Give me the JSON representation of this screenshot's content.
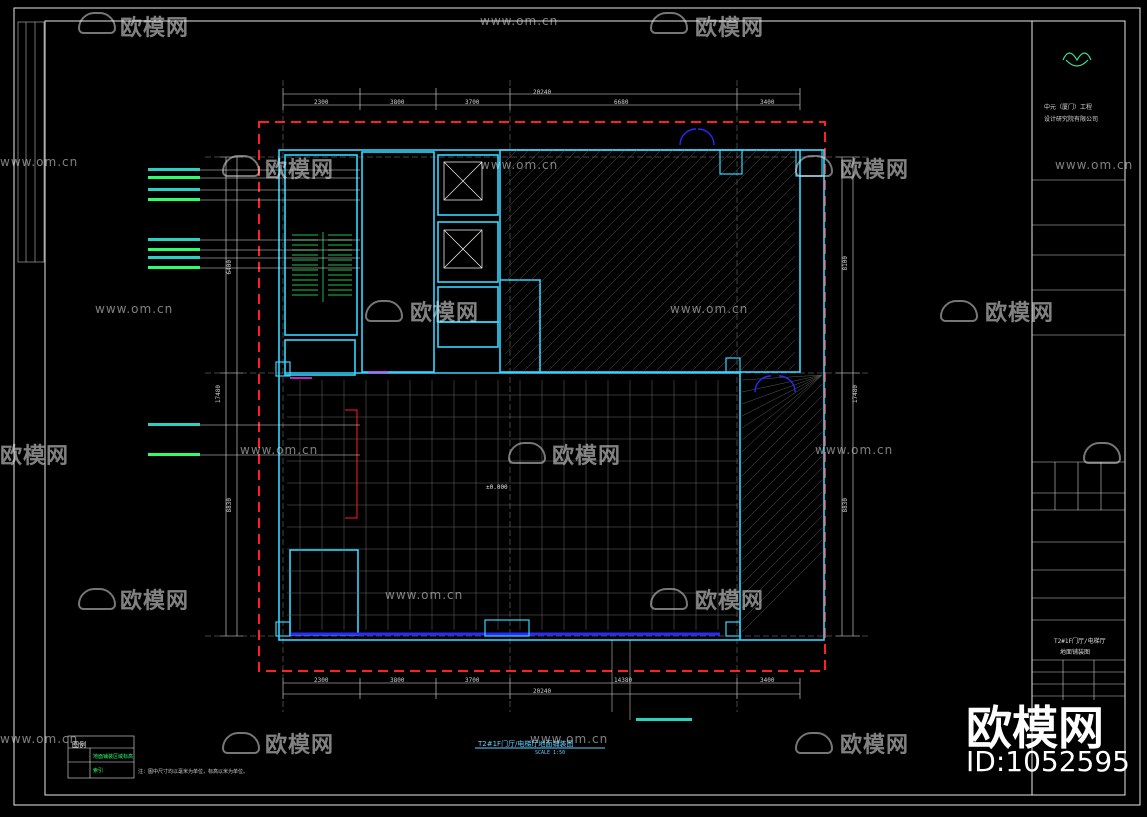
{
  "drawing": {
    "sheet_title": "T2#1F门厅/电梯厅地面铺装图",
    "sheet_scale": "SCALE 1:50",
    "dimensions_top": [
      "2300",
      "3800",
      "3700",
      "6680",
      "3400"
    ],
    "dimension_top_total": "20240",
    "dimensions_bottom": [
      "2300",
      "3800",
      "3700",
      "14380",
      "3400"
    ],
    "dimension_bottom_total": "20240",
    "dimension_left_upper": "6400",
    "dimension_left_total": "17480",
    "dimension_left_lower": "8830",
    "dimension_right_upper": "8100",
    "dimension_right_total": "17480",
    "dimension_right_lower": "8830",
    "room_label": "±0.000",
    "legend_title": "图例",
    "legend_rows": [
      "地面铺装区域标高",
      "索引"
    ],
    "note": "注：图中尺寸均以毫米为单位，标高以米为单位。"
  },
  "title_block": {
    "company_line1": "中元（厦门）工程",
    "company_line2": "设计研究院有限公司",
    "drawing_name_line1": "T2#1F门厅/电梯厅",
    "drawing_name_line2": "地面铺装图"
  },
  "watermark": {
    "brand": "欧模网",
    "url": "www.om.cn",
    "id_text": "ID:1052595"
  },
  "colors": {
    "background": "#000000",
    "wall": "#33d6ff",
    "border_dashed": "#ff2020",
    "dimension": "#e6e6e6",
    "accent_blue": "#2a2aff",
    "frame": "#ffffff",
    "green": "#2dff6a",
    "magenta": "#ff33ff"
  }
}
